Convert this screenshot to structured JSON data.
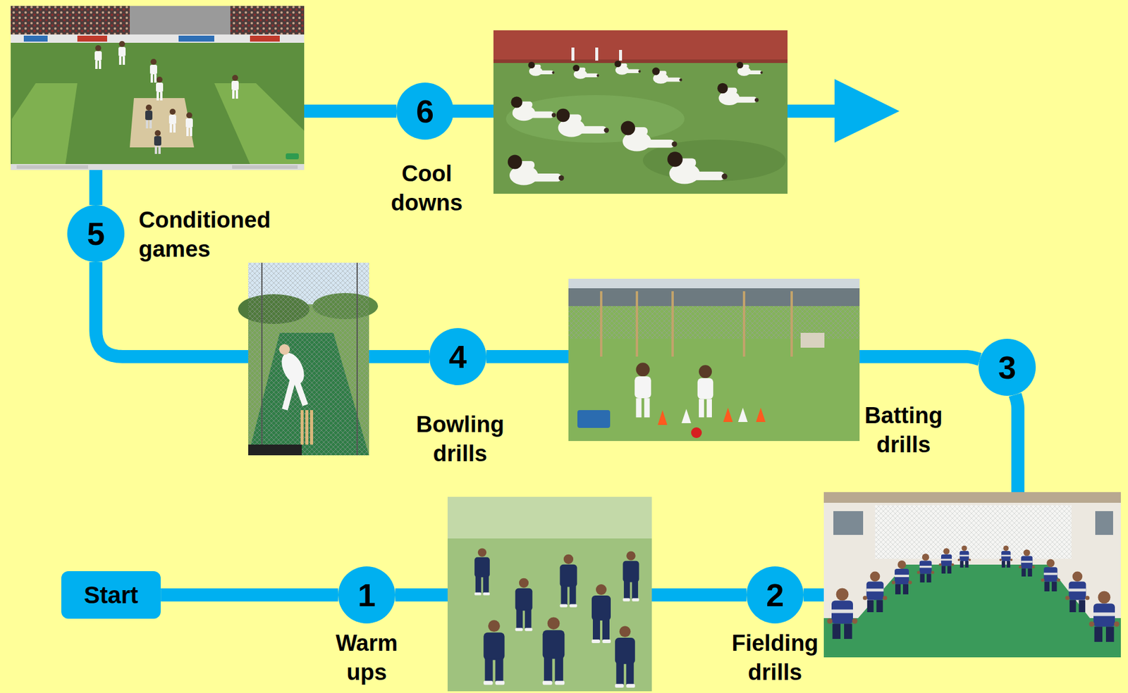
{
  "diagram": {
    "nodes": [
      {
        "text": [
          "Start"
        ]
      },
      {
        "text": [
          "1",
          "Warm ups"
        ]
      },
      {
        "text": [
          "2",
          "Fielding drills"
        ]
      },
      {
        "text": [
          "3",
          "Batting drills"
        ]
      },
      {
        "text": [
          "4",
          "Bowling drills"
        ]
      },
      {
        "text": [
          "5",
          "Conditioned games"
        ]
      },
      {
        "text": [
          "6",
          "Cool downs"
        ]
      }
    ],
    "edges": [
      {
        "from": 0,
        "to": 1,
        "arrow": "none"
      },
      {
        "from": 1,
        "to": 2,
        "arrow": "none"
      },
      {
        "from": 2,
        "to": 3,
        "arrow": "none"
      },
      {
        "from": 3,
        "to": 4,
        "arrow": "none"
      },
      {
        "from": 4,
        "to": 5,
        "arrow": "none"
      },
      {
        "from": 5,
        "to": 6,
        "arrow": "none"
      }
    ]
  }
}
